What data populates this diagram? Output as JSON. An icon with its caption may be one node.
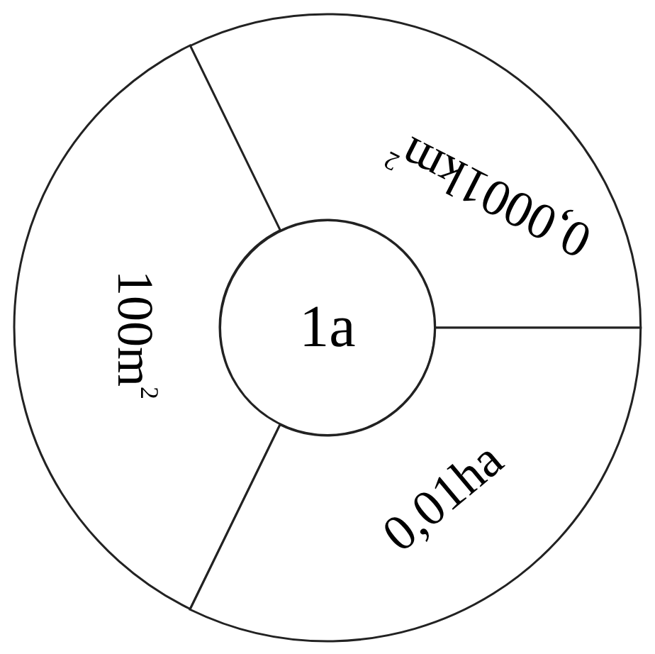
{
  "diagram": {
    "nodes": [
      {
        "text": [
          "0,0001km$^{2}$"
        ]
      },
      {
        "text": [
          "100m$^{2}$"
        ]
      },
      {
        "text": [
          "1a"
        ]
      },
      {
        "text": [
          "0,01ha"
        ]
      }
    ]
  }
}
